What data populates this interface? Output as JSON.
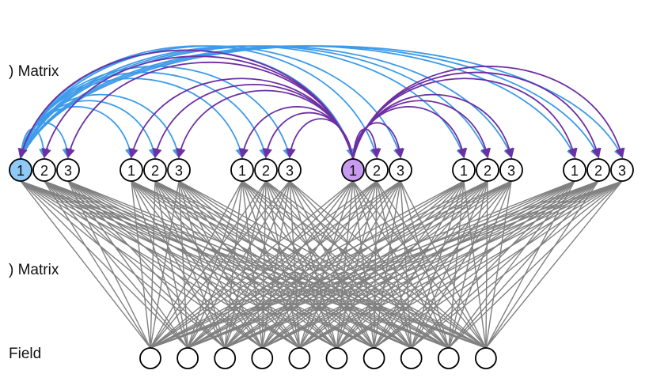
{
  "labels": {
    "top_row": ") Matrix",
    "middle_row": ") Matrix",
    "bottom_row": "Field"
  },
  "top_groups": [
    [
      "1",
      "2",
      "3"
    ],
    [
      "1",
      "2",
      "3"
    ],
    [
      "1",
      "2",
      "3"
    ],
    [
      "1",
      "2",
      "3"
    ],
    [
      "1",
      "2",
      "3"
    ],
    [
      "1",
      "2",
      "3"
    ]
  ],
  "field_node_count": 10,
  "highlighted_nodes": [
    {
      "group": 0,
      "index": 0,
      "color": "#8fc9f5",
      "arc_color": "#3d9be9"
    },
    {
      "group": 3,
      "index": 0,
      "color": "#c79bef",
      "arc_color": "#6d2fa3"
    }
  ],
  "colors": {
    "connection_lines": "#808080",
    "node_stroke": "#000000",
    "node_fill": "#ffffff"
  }
}
